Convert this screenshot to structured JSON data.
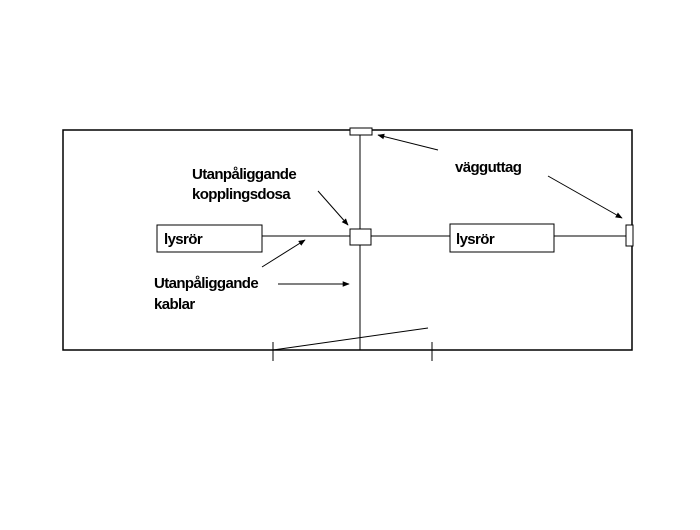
{
  "diagram": {
    "labels": {
      "junction_box": [
        "Utanpåliggande",
        "kopplingsdosa"
      ],
      "wall_outlet": "vägguttag",
      "cables": [
        "Utanpåliggande",
        "kablar"
      ],
      "lamp_left": "lysrör",
      "lamp_right": "lysrör"
    }
  }
}
